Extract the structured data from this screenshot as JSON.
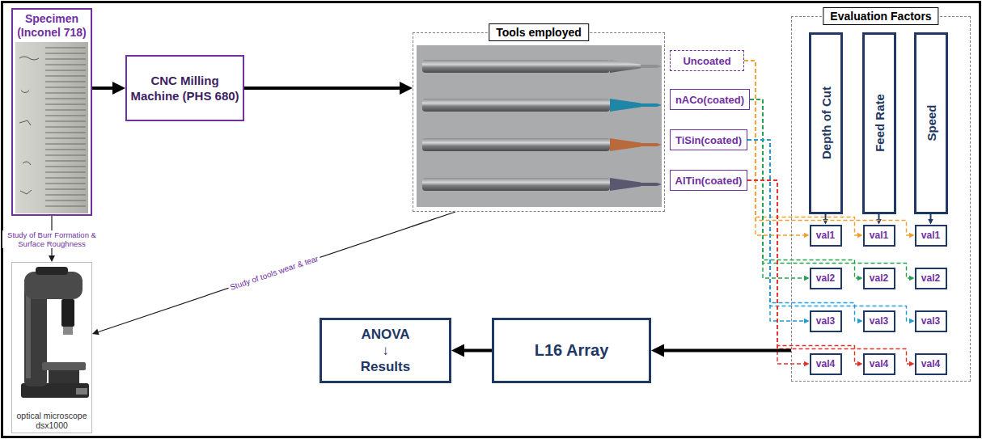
{
  "diagram": {
    "nodes": [
      {
        "text": [
          "Specimen (Inconel 718)"
        ]
      },
      {
        "text": [
          "CNC Milling Machine (PHS 680)"
        ]
      },
      {
        "text": [
          "Tools employed"
        ]
      },
      {
        "text": [
          "Uncoated"
        ]
      },
      {
        "text": [
          "nACo(coated)"
        ]
      },
      {
        "text": [
          "TiSin(coated)"
        ]
      },
      {
        "text": [
          "AlTin(coated)"
        ]
      },
      {
        "text": [
          "Evaluation Factors"
        ]
      },
      {
        "text": [
          "Depth of Cut"
        ],
        "in": 7
      },
      {
        "text": [
          "Feed Rate"
        ],
        "in": 7
      },
      {
        "text": [
          "Speed"
        ],
        "in": 7
      },
      {
        "text": [
          "val1"
        ],
        "in": 7
      },
      {
        "text": [
          "val1"
        ],
        "in": 7
      },
      {
        "text": [
          "val1"
        ],
        "in": 7
      },
      {
        "text": [
          "val2"
        ],
        "in": 7
      },
      {
        "text": [
          "val2"
        ],
        "in": 7
      },
      {
        "text": [
          "val2"
        ],
        "in": 7
      },
      {
        "text": [
          "val3"
        ],
        "in": 7
      },
      {
        "text": [
          "val3"
        ],
        "in": 7
      },
      {
        "text": [
          "val3"
        ],
        "in": 7
      },
      {
        "text": [
          "val4"
        ],
        "in": 7
      },
      {
        "text": [
          "val4"
        ],
        "in": 7
      },
      {
        "text": [
          "val4"
        ],
        "in": 7
      },
      {
        "text": [
          "L16 Array"
        ]
      },
      {
        "text": [
          "ANOVA ↓ Results"
        ]
      },
      {
        "text": [
          "optical microscope dsx1000"
        ]
      }
    ],
    "edges": [
      {
        "from": 0,
        "to": 1,
        "arrow": "to"
      },
      {
        "from": 1,
        "to": 2,
        "arrow": "to"
      },
      {
        "from": 0,
        "to": 25,
        "label": "Study of Burr Formation & Surface Roughness",
        "arrow": "to"
      },
      {
        "from": 2,
        "to": 25,
        "label": "Study of tools wear & tear",
        "arrow": "to"
      },
      {
        "from": 8,
        "to": 11,
        "arrow": "to"
      },
      {
        "from": 9,
        "to": 12,
        "arrow": "to"
      },
      {
        "from": 10,
        "to": 13,
        "arrow": "to"
      },
      {
        "from": 3,
        "to": 11,
        "arrow": "to"
      },
      {
        "from": 3,
        "to": 12,
        "arrow": "to"
      },
      {
        "from": 3,
        "to": 13,
        "arrow": "to"
      },
      {
        "from": 4,
        "to": 14,
        "arrow": "to"
      },
      {
        "from": 4,
        "to": 15,
        "arrow": "to"
      },
      {
        "from": 4,
        "to": 16,
        "arrow": "to"
      },
      {
        "from": 5,
        "to": 17,
        "arrow": "to"
      },
      {
        "from": 5,
        "to": 18,
        "arrow": "to"
      },
      {
        "from": 5,
        "to": 19,
        "arrow": "to"
      },
      {
        "from": 6,
        "to": 20,
        "arrow": "to"
      },
      {
        "from": 6,
        "to": 21,
        "arrow": "to"
      },
      {
        "from": 6,
        "to": 22,
        "arrow": "to"
      },
      {
        "from": 7,
        "to": 23,
        "arrow": "to"
      },
      {
        "from": 23,
        "to": 24,
        "arrow": "to"
      }
    ]
  }
}
